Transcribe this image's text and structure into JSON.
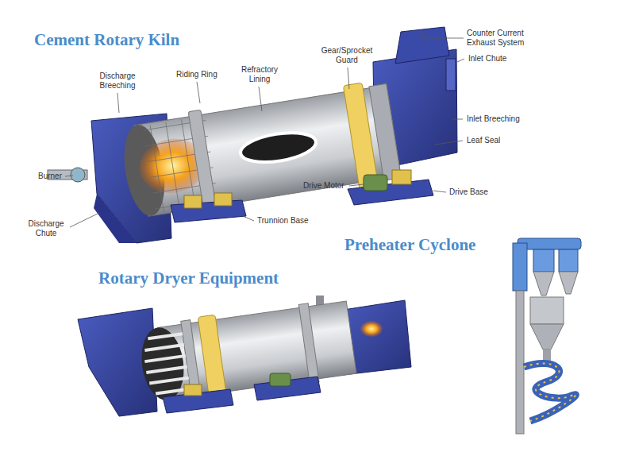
{
  "diagram": {
    "labels": [
      "Cement Rotary Kiln",
      "Discharge Breeching",
      "Riding Ring",
      "Refractory Lining",
      "Gear/Sprocket Guard",
      "Counter Current Exhaust System",
      "Inlet Chute",
      "Inlet Breeching",
      "Leaf Seal",
      "Burner",
      "Discharge Chute",
      "Drive Motor",
      "Drive Base",
      "Trunnion Base",
      "Preheater Cyclone",
      "Rotary Dryer Equipment"
    ]
  }
}
